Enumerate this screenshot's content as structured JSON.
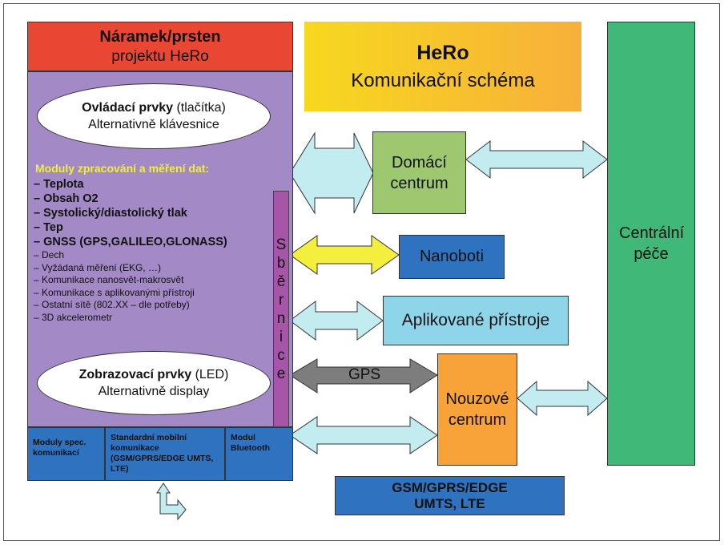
{
  "bracelet": {
    "title": "Náramek/prsten",
    "subtitle": "projektu HeRo"
  },
  "hero": {
    "title": "HeRo",
    "subtitle": "Komunikační schéma"
  },
  "controls": {
    "title_bold": "Ovládací prvky",
    "title_rest": " (tlačítka)",
    "subtitle": "Alternativně klávesnice"
  },
  "modules": {
    "heading": "Moduly zpracování a měření dat:",
    "items": [
      {
        "text": "– Teplota",
        "bold": true
      },
      {
        "text": "– Obsah O2",
        "bold": true
      },
      {
        "text": "– Systolický/diastolický tlak",
        "bold": true
      },
      {
        "text": "– Tep",
        "bold": true
      },
      {
        "text": "– GNSS (GPS,GALILEO,GLONASS)",
        "bold": true
      },
      {
        "text": "– Dech",
        "bold": false
      },
      {
        "text": "– Vyžádaná měření (EKG, …)",
        "bold": false
      },
      {
        "text": "– Komunikace nanosvět-makrosvět",
        "bold": false
      },
      {
        "text": "– Komunikace s aplikovanými přístroji",
        "bold": false
      },
      {
        "text": "– Ostatní sítě (802.XX – dle potřeby)",
        "bold": false
      },
      {
        "text": "– 3D akcelerometr",
        "bold": false
      }
    ]
  },
  "display": {
    "title_bold": "Zobrazovací prvky",
    "title_rest": " (LED)",
    "subtitle": "Alternativně display"
  },
  "bus_letters": [
    "S",
    "b",
    "ě",
    "r",
    "n",
    "i",
    "c",
    "e"
  ],
  "bottom": {
    "cell1": "Moduly spec. komunikací",
    "cell2": "Standardní mobilní komunikace (GSM/GPRS/EDGE UMTS, LTE)",
    "cell3": "Modul Bluetooth"
  },
  "home_center": "Domácí centrum",
  "nanobots": "Nanoboti",
  "applied_devices": "Aplikované přístroje",
  "gps_label": "GPS",
  "emergency_center": "Nouzové centrum",
  "central_care": "Centrální péče",
  "gsm": {
    "line1": "GSM/GPRS/EDGE",
    "line2": "UMTS, LTE"
  },
  "colors": {
    "red": "#ea4634",
    "purple": "#a389c5",
    "yellow": "#f7cf23",
    "orange_top": "#f7b03a",
    "green": "#40b978",
    "light_green": "#9dc86f",
    "blue": "#2e72c0",
    "cyan": "#8fd5ea",
    "orange": "#f8a23a",
    "arrow_cyan": "#c3ecf0",
    "arrow_yellow": "#f3ef3c",
    "arrow_gray": "#7d7d7d"
  }
}
